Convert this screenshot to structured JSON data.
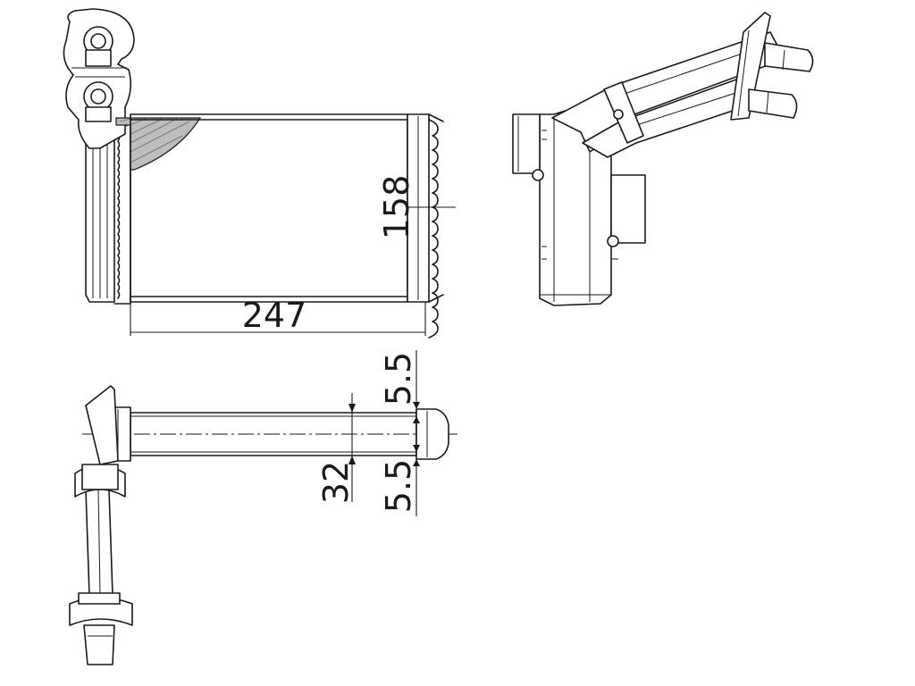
{
  "drawing": {
    "front_view": {
      "width_label": "247",
      "height_label": "158"
    },
    "top_view": {
      "core_thickness_label": "32",
      "flange_top_label": "5.5",
      "flange_bottom_label": "5.5"
    }
  }
}
